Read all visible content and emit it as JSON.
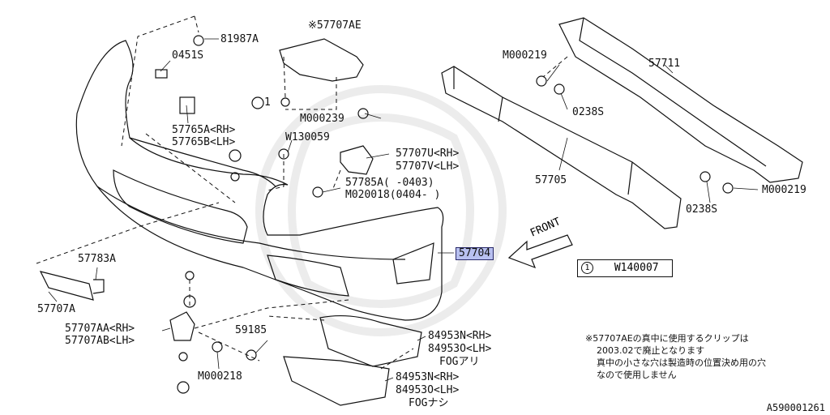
{
  "parts": {
    "p81987A": "81987A",
    "p0451S": "0451S",
    "p57707AE": "※57707AE",
    "pM000239": "M000239",
    "p57765A": "57765A<RH>",
    "p57765B": "57765B<LH>",
    "pW130059": "W130059",
    "p57707U": "57707U<RH>",
    "p57707V": "57707V<LH>",
    "p57785A": "57785A(  -0403)",
    "pM020018": "M020018(0404-  )",
    "pM000219_top": "M000219",
    "p57711": "57711",
    "p0238S_top": "0238S",
    "p57705": "57705",
    "p0238S_bottom": "0238S",
    "pM000219_bottom": "M000219",
    "p57704": "57704",
    "p57783A": "57783A",
    "p57707A": "57707A",
    "p57707AA": "57707AA<RH>",
    "p57707AB": "57707AB<LH>",
    "p59185": "59185",
    "pM000218": "M000218",
    "p84953N_fog": "84953N<RH>",
    "p84953O_fog": "84953O<LH>",
    "fog_yes": "FOGアリ",
    "p84953N_nofog": "84953N<RH>",
    "p84953O_nofog": "84953O<LH>",
    "fog_no": "FOGナシ"
  },
  "callout_symbol": "1",
  "legend": {
    "symbol": "1",
    "code": "W140007"
  },
  "front_label": "FRONT",
  "note_lines": [
    "※57707AEの真中に使用するクリップは",
    "2003.02で廃止となります",
    "真中の小さな穴は製造時の位置決め用の穴",
    "なので使用しません"
  ],
  "figure_id": "A590001261",
  "colors": {
    "highlight": "#b8c0f0",
    "line": "#111111",
    "watermark": "#e8e8e8"
  }
}
